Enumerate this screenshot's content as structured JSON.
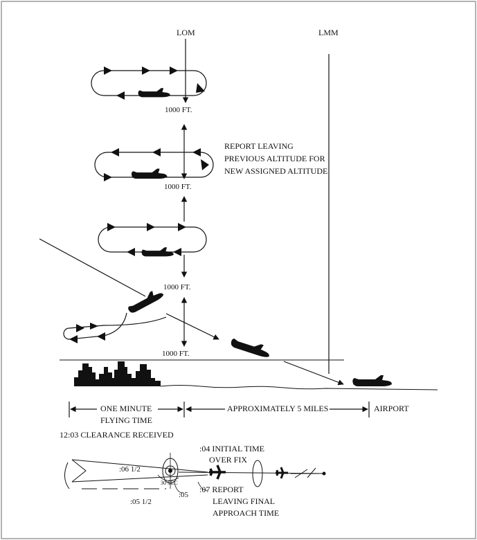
{
  "labels": {
    "lom": "LOM",
    "lmm": "LMM",
    "alt1": "1000 FT.",
    "alt2": "1000 FT.",
    "alt3": "1000 FT.",
    "alt4": "1000 FT.",
    "report_leaving_1": "REPORT LEAVING",
    "report_leaving_2": "PREVIOUS ALTITUDE FOR",
    "report_leaving_3": "NEW ASSIGNED ALTITUDE",
    "one_minute_1": "ONE MINUTE",
    "one_minute_2": "FLYING TIME",
    "approx_miles": "APPROXIMATELY 5 MILES",
    "airport": "AIRPORT",
    "clearance": "12:03 CLEARANCE RECEIVED",
    "initial_time_1": ":04 INITIAL TIME",
    "initial_time_2": "OVER FIX",
    "t_06_half": ":06 1/2",
    "t_30_sec": "30 SEC",
    "t_05_half": ":05 1/2",
    "t_05": ":05",
    "t_07_report_1": ":07  REPORT",
    "t_07_report_2": "LEAVING FINAL",
    "t_07_report_3": "APPROACH TIME"
  },
  "colors": {
    "ink": "#111111",
    "border": "#9a9a9a",
    "background": "#ffffff"
  },
  "icons": [
    "airplane-icon",
    "arrowhead-icon",
    "skyline-icon",
    "holding-pattern",
    "beacon-icon"
  ]
}
